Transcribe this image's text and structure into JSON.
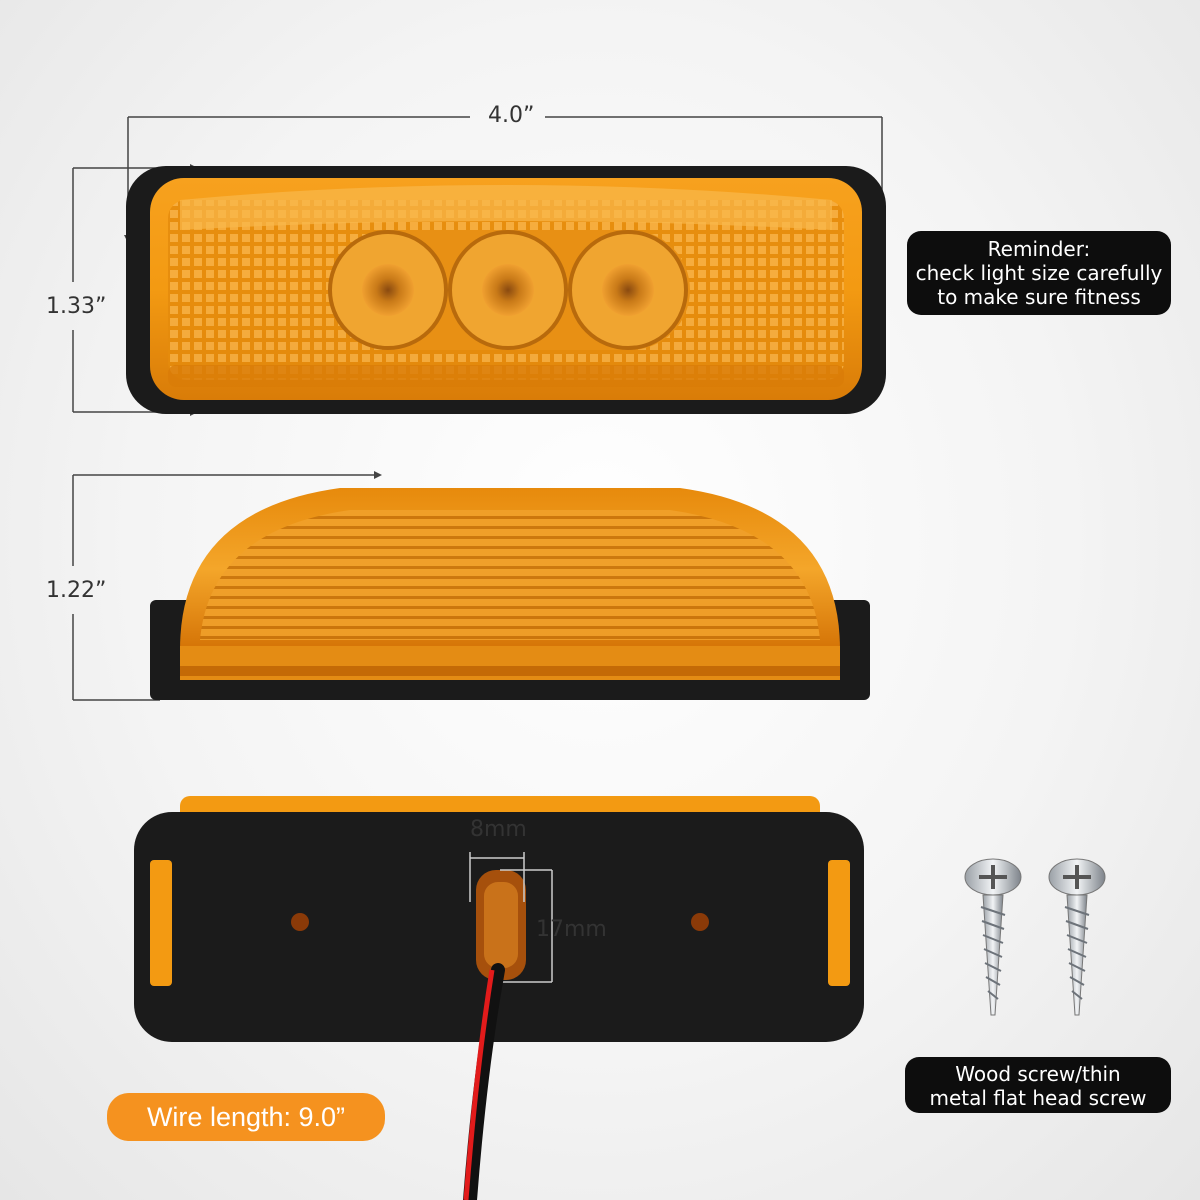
{
  "dimensions": {
    "width_label": "4.0”",
    "height_top_label": "1.33”",
    "height_side_label": "1.22”",
    "slot_width_label": "8mm",
    "slot_height_label": "17mm"
  },
  "notes": {
    "reminder_lines": [
      "Reminder:",
      "check light size carefully",
      "to make sure fitness"
    ],
    "screw_lines": [
      "Wood screw/thin",
      "metal flat head screw"
    ],
    "wire_label": "Wire length: 9.0”"
  },
  "colors": {
    "amber": "#f39a12",
    "amber_dark": "#c96a05",
    "housing": "#1b1b1b",
    "pill_dark": "#0d0d0d",
    "pill_orange": "#f5921f"
  }
}
